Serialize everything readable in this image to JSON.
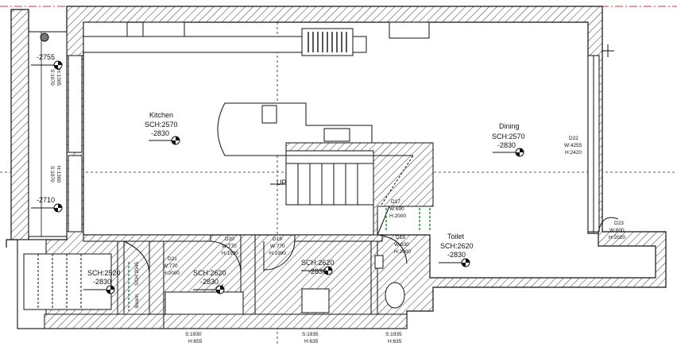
{
  "rooms": {
    "kitchen": {
      "name": "Kitchen",
      "sch": "SCH:2570",
      "level": "-2830"
    },
    "dining": {
      "name": "Dining",
      "sch": "SCH:2570",
      "level": "-2830"
    },
    "toilet": {
      "name": "Toilet",
      "sch": "SCH:2620",
      "level": "-2830"
    },
    "room_sw": {
      "sch": "SCH:2520",
      "level": "-2830"
    },
    "room_sw2": {
      "sch": "SCH:2620",
      "level": "-2830"
    },
    "room_bath": {
      "sch": "SCH:2620",
      "level": "-2830"
    }
  },
  "levels": {
    "top_left": "-2755",
    "mid_left": "-2710"
  },
  "windows_left": [
    {
      "s": "S:1070",
      "h": "H:1305"
    },
    {
      "s": "S:1070",
      "h": "H:1300"
    }
  ],
  "windows_bottom": [
    {
      "s": "S:1930",
      "h": "H:655"
    },
    {
      "s": "S:1935",
      "h": "H:635"
    },
    {
      "s": "S:1935",
      "h": "H:635"
    }
  ],
  "doors": {
    "d22": {
      "id": "D22",
      "w": "W:4255",
      "h": "H:2420"
    },
    "d23": {
      "id": "D23",
      "w": "W:600",
      "h": "H:2020"
    },
    "d17": {
      "id": "D17",
      "w": "W:690",
      "h": "H:2000"
    },
    "d18": {
      "id": "D18",
      "w": "W:630",
      "h": "H:2000"
    },
    "d19": {
      "id": "D19",
      "w": "W:770",
      "h": "H:1990"
    },
    "d20": {
      "id": "D20",
      "w": "W:770",
      "h": "H:1990"
    },
    "d21": {
      "id": "D21",
      "w": "W:770",
      "h": "H:2000"
    }
  },
  "stairs_label": "UP",
  "beam": {
    "label": "Beam",
    "sch": "SCH:2045"
  }
}
